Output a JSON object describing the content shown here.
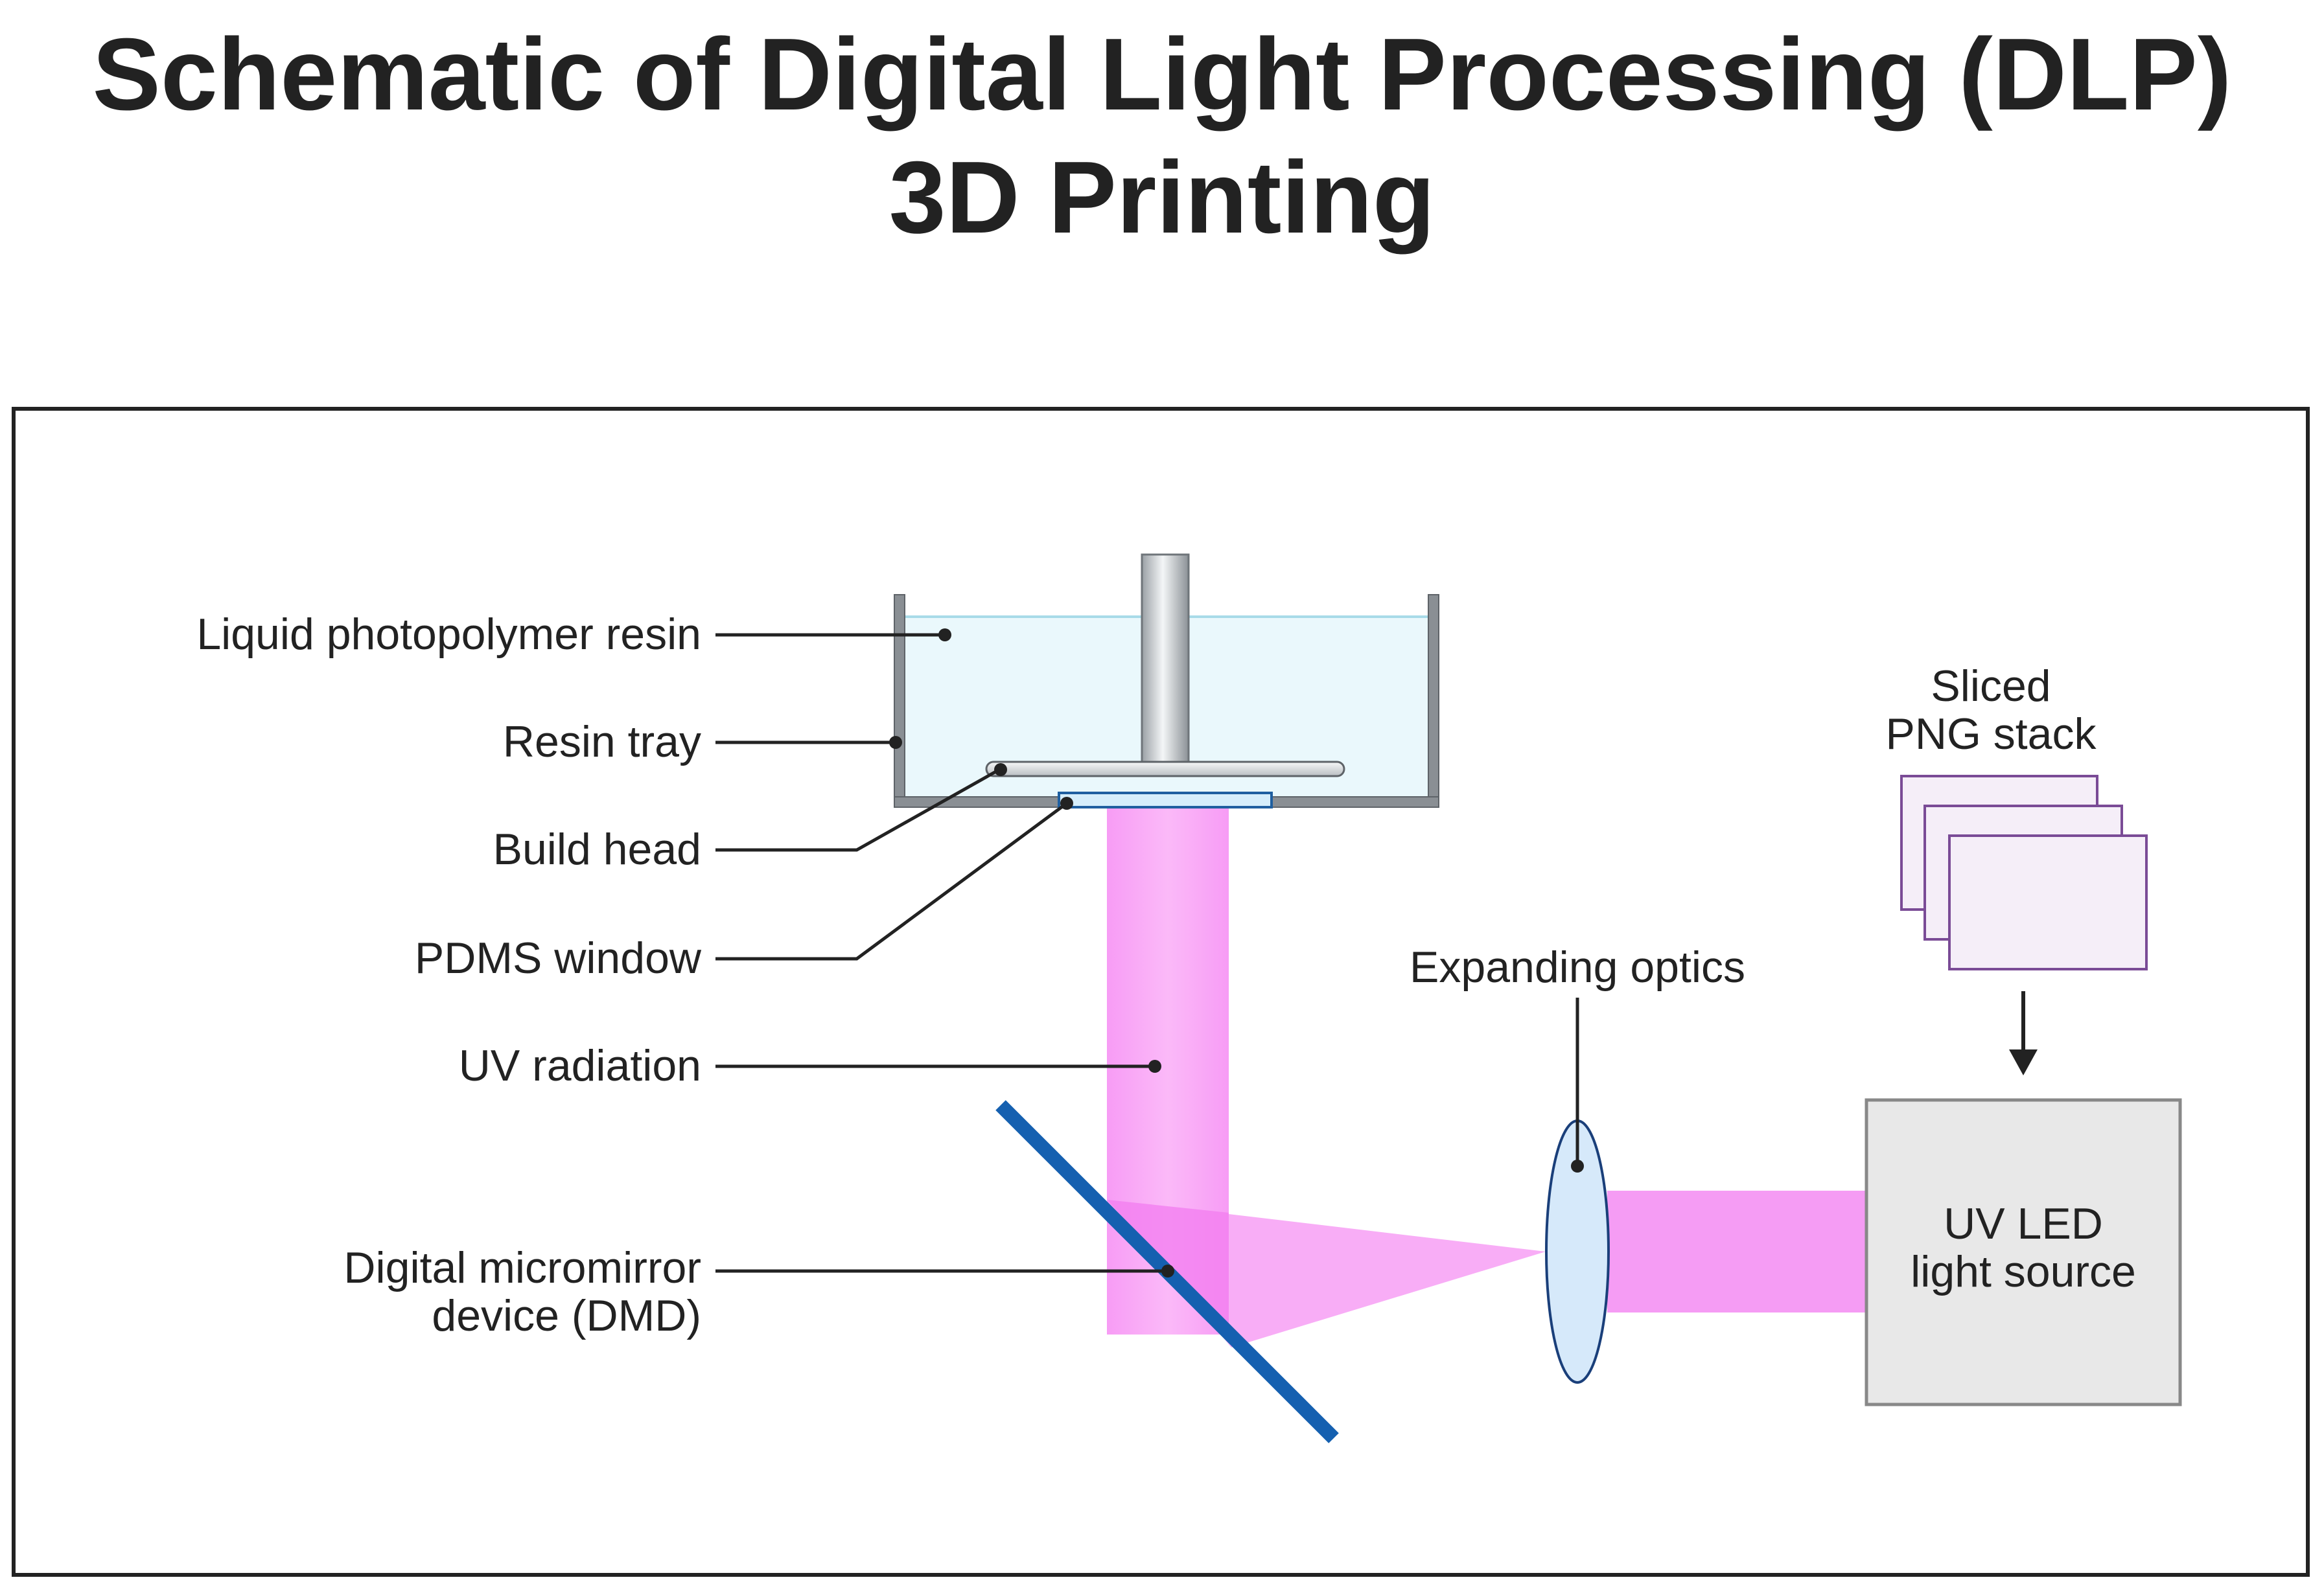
{
  "title": {
    "line1": "Schematic of Digital Light Processing (DLP)",
    "line2": "3D Printing"
  },
  "labels": {
    "resin": "Liquid photopolymer resin",
    "tray": "Resin tray",
    "build_head": "Build head",
    "pdms": "PDMS window",
    "uv_radiation": "UV radiation",
    "dmd_line1": "Digital micromirror",
    "dmd_line2": "device (DMD)",
    "optics": "Expanding optics",
    "png_line1": "Sliced",
    "png_line2": "PNG stack",
    "uv_led_line1": "UV LED",
    "uv_led_line2": "light source"
  },
  "colors": {
    "uv_beam": "#f59cf4",
    "resin": "#eaf8fc",
    "resin_surface": "#a8dbe8",
    "mirror": "#1560b0",
    "lens_fill": "#d6e9fa",
    "lens_stroke": "#1a3f7a",
    "png_fill": "#f5eef8",
    "png_stroke": "#7a4b96",
    "led_box": "#e8e8e8",
    "tray": "#8a8f94"
  }
}
